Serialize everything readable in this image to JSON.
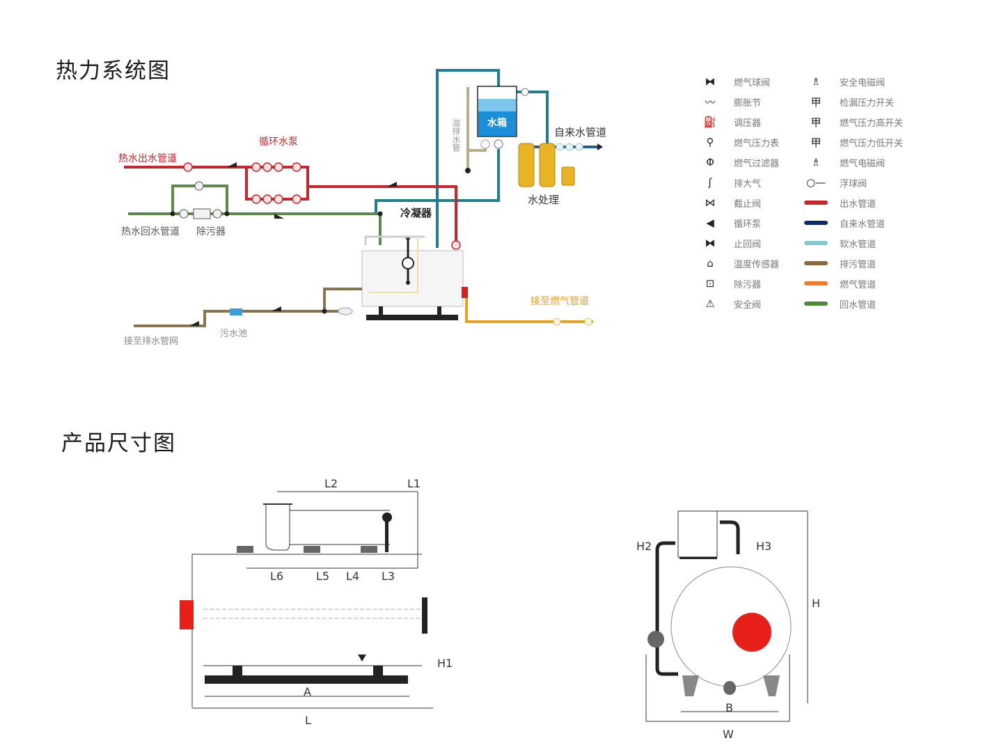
{
  "sections": {
    "thermal_title": "热力系统图",
    "dimension_title": "产品尺寸图"
  },
  "thermal_diagram": {
    "labels": {
      "hot_water_outlet": "热水出水管道",
      "circulation_pump": "循环水泵",
      "hot_water_return": "热水回水管道",
      "dirt_separator": "除污器",
      "overflow_pipe": "溢排水管",
      "water_tank": "水箱",
      "tap_water_pipe": "自来水管道",
      "water_treatment": "水处理",
      "condenser": "冷凝器",
      "to_gas_pipe": "接至燃气管道",
      "sewage_pool": "污水池",
      "to_drain_network": "接至排水管网"
    },
    "pipe_colors": {
      "outlet": "#c8262d",
      "tap_water": "#1a7f8e",
      "soft_water": "#7ec9cf",
      "drain": "#8b7350",
      "gas": "#e8a21a",
      "return": "#5d8a4a"
    }
  },
  "legend": {
    "left": [
      {
        "icon": "gas-ball-valve-icon",
        "glyph": "⧓",
        "label": "燃气球阀"
      },
      {
        "icon": "expansion-joint-icon",
        "glyph": "〰",
        "label": "膨胀节"
      },
      {
        "icon": "pressure-regulator-icon",
        "glyph": "⛽",
        "label": "调压器"
      },
      {
        "icon": "gas-pressure-gauge-icon",
        "glyph": "⚲",
        "label": "燃气压力表"
      },
      {
        "icon": "gas-filter-icon",
        "glyph": "Φ",
        "label": "燃气过滤器"
      },
      {
        "icon": "vent-icon",
        "glyph": "ʃ",
        "label": "排大气"
      },
      {
        "icon": "stop-valve-icon",
        "glyph": "⋈",
        "label": "截止阀"
      },
      {
        "icon": "circulation-pump-icon",
        "glyph": "◀",
        "label": "循环泵"
      },
      {
        "icon": "check-valve-icon",
        "glyph": "⧓",
        "label": "止回阀"
      },
      {
        "icon": "temperature-sensor-icon",
        "glyph": "⌂",
        "label": "温度传感器"
      },
      {
        "icon": "dirt-separator-icon",
        "glyph": "⊡",
        "label": "除污器"
      },
      {
        "icon": "safety-valve-icon",
        "glyph": "⚠",
        "label": "安全阀"
      }
    ],
    "right": [
      {
        "icon": "safety-solenoid-valve-icon",
        "glyph": "♗",
        "label": "安全电磁阀"
      },
      {
        "icon": "leak-pressure-switch-icon",
        "glyph": "甲",
        "label": "检漏压力开关"
      },
      {
        "icon": "gas-high-pressure-switch-icon",
        "glyph": "甲",
        "label": "燃气压力高开关"
      },
      {
        "icon": "gas-low-pressure-switch-icon",
        "glyph": "甲",
        "label": "燃气压力低开关"
      },
      {
        "icon": "gas-solenoid-valve-icon",
        "glyph": "♗",
        "label": "燃气电磁阀"
      },
      {
        "icon": "float-valve-icon",
        "glyph": "○—",
        "label": "浮球阀"
      },
      {
        "swatch": "#c8262d",
        "label": "出水管道"
      },
      {
        "swatch": "#0e2a6b",
        "label": "自来水管道"
      },
      {
        "swatch": "#7ec9cf",
        "label": "软水管道"
      },
      {
        "swatch": "#8b6a3a",
        "label": "排污管道"
      },
      {
        "swatch": "#f07a2a",
        "label": "燃气管道"
      },
      {
        "swatch": "#4f8a3a",
        "label": "回水管道"
      }
    ]
  },
  "dimension_diagram": {
    "side_view": {
      "labels": [
        "L2",
        "L1",
        "L6",
        "L5",
        "L4",
        "L3",
        "H1",
        "A",
        "L"
      ]
    },
    "front_view": {
      "labels": [
        "H2",
        "H3",
        "H",
        "B",
        "W"
      ]
    },
    "accent_color": "#e8201a"
  }
}
